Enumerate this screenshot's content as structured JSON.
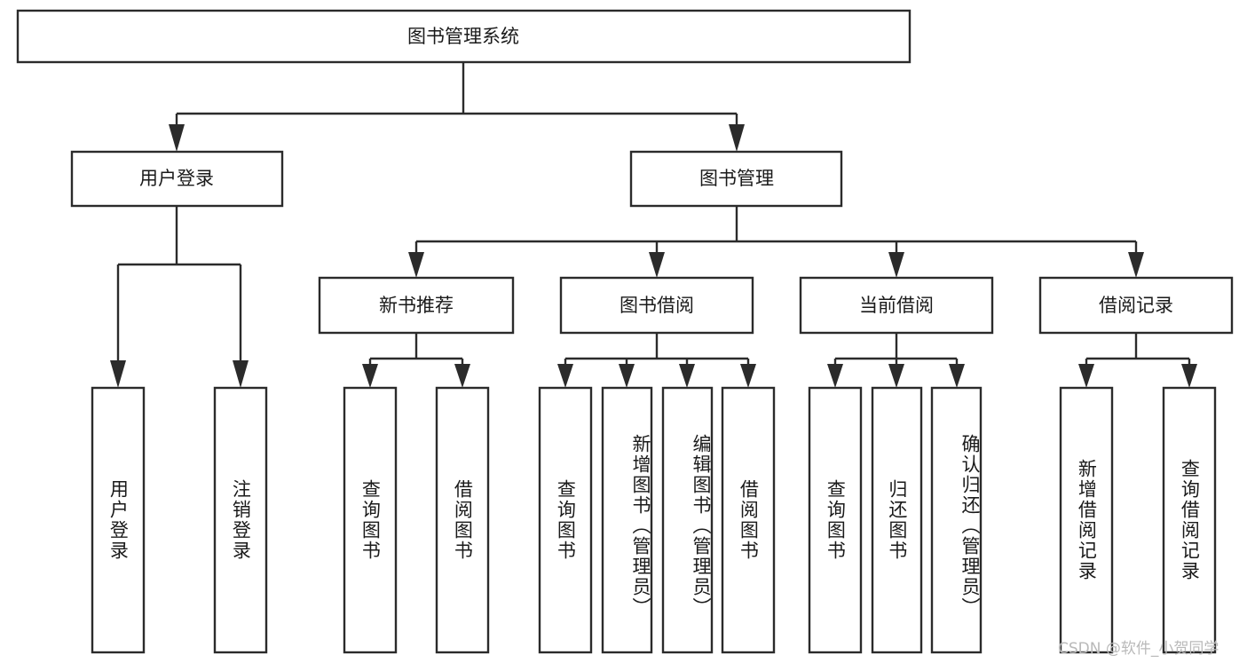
{
  "diagram": {
    "title": "图书管理系统",
    "type": "tree-hierarchy-chart",
    "background_color": "#ffffff",
    "line_color": "#2b2b2b",
    "text_color": "#1a1a1a",
    "root": {
      "id": "root",
      "label": "图书管理系统"
    },
    "level2": [
      {
        "id": "user-login",
        "label": "用户登录"
      },
      {
        "id": "book-manage",
        "label": "图书管理"
      }
    ],
    "level3": [
      {
        "id": "new-book-recommend",
        "label": "新书推荐",
        "parent": "book-manage"
      },
      {
        "id": "book-borrow",
        "label": "图书借阅",
        "parent": "book-manage"
      },
      {
        "id": "current-borrow",
        "label": "当前借阅",
        "parent": "book-manage"
      },
      {
        "id": "borrow-record",
        "label": "借阅记录",
        "parent": "book-manage"
      }
    ],
    "leaves": {
      "user-login": [
        {
          "id": "leaf-user-login",
          "label": "用户登录"
        },
        {
          "id": "leaf-user-logout",
          "label": "注销登录"
        }
      ],
      "new-book-recommend": [
        {
          "id": "leaf-query-book-1",
          "label": "查询图书"
        },
        {
          "id": "leaf-borrow-book-1",
          "label": "借阅图书"
        }
      ],
      "book-borrow": [
        {
          "id": "leaf-query-book-2",
          "label": "查询图书"
        },
        {
          "id": "leaf-add-book",
          "label": "新增图书（管理员）"
        },
        {
          "id": "leaf-edit-book",
          "label": "编辑图书（管理员）"
        },
        {
          "id": "leaf-borrow-book-2",
          "label": "借阅图书"
        }
      ],
      "current-borrow": [
        {
          "id": "leaf-query-book-3",
          "label": "查询图书"
        },
        {
          "id": "leaf-return-book",
          "label": "归还图书"
        },
        {
          "id": "leaf-confirm-return",
          "label": "确认归还（管理员）"
        }
      ],
      "borrow-record": [
        {
          "id": "leaf-add-record",
          "label": "新增借阅记录"
        },
        {
          "id": "leaf-query-record",
          "label": "查询借阅记录"
        }
      ]
    }
  },
  "watermark": {
    "text": "CSDN @软件_小贺同学"
  }
}
